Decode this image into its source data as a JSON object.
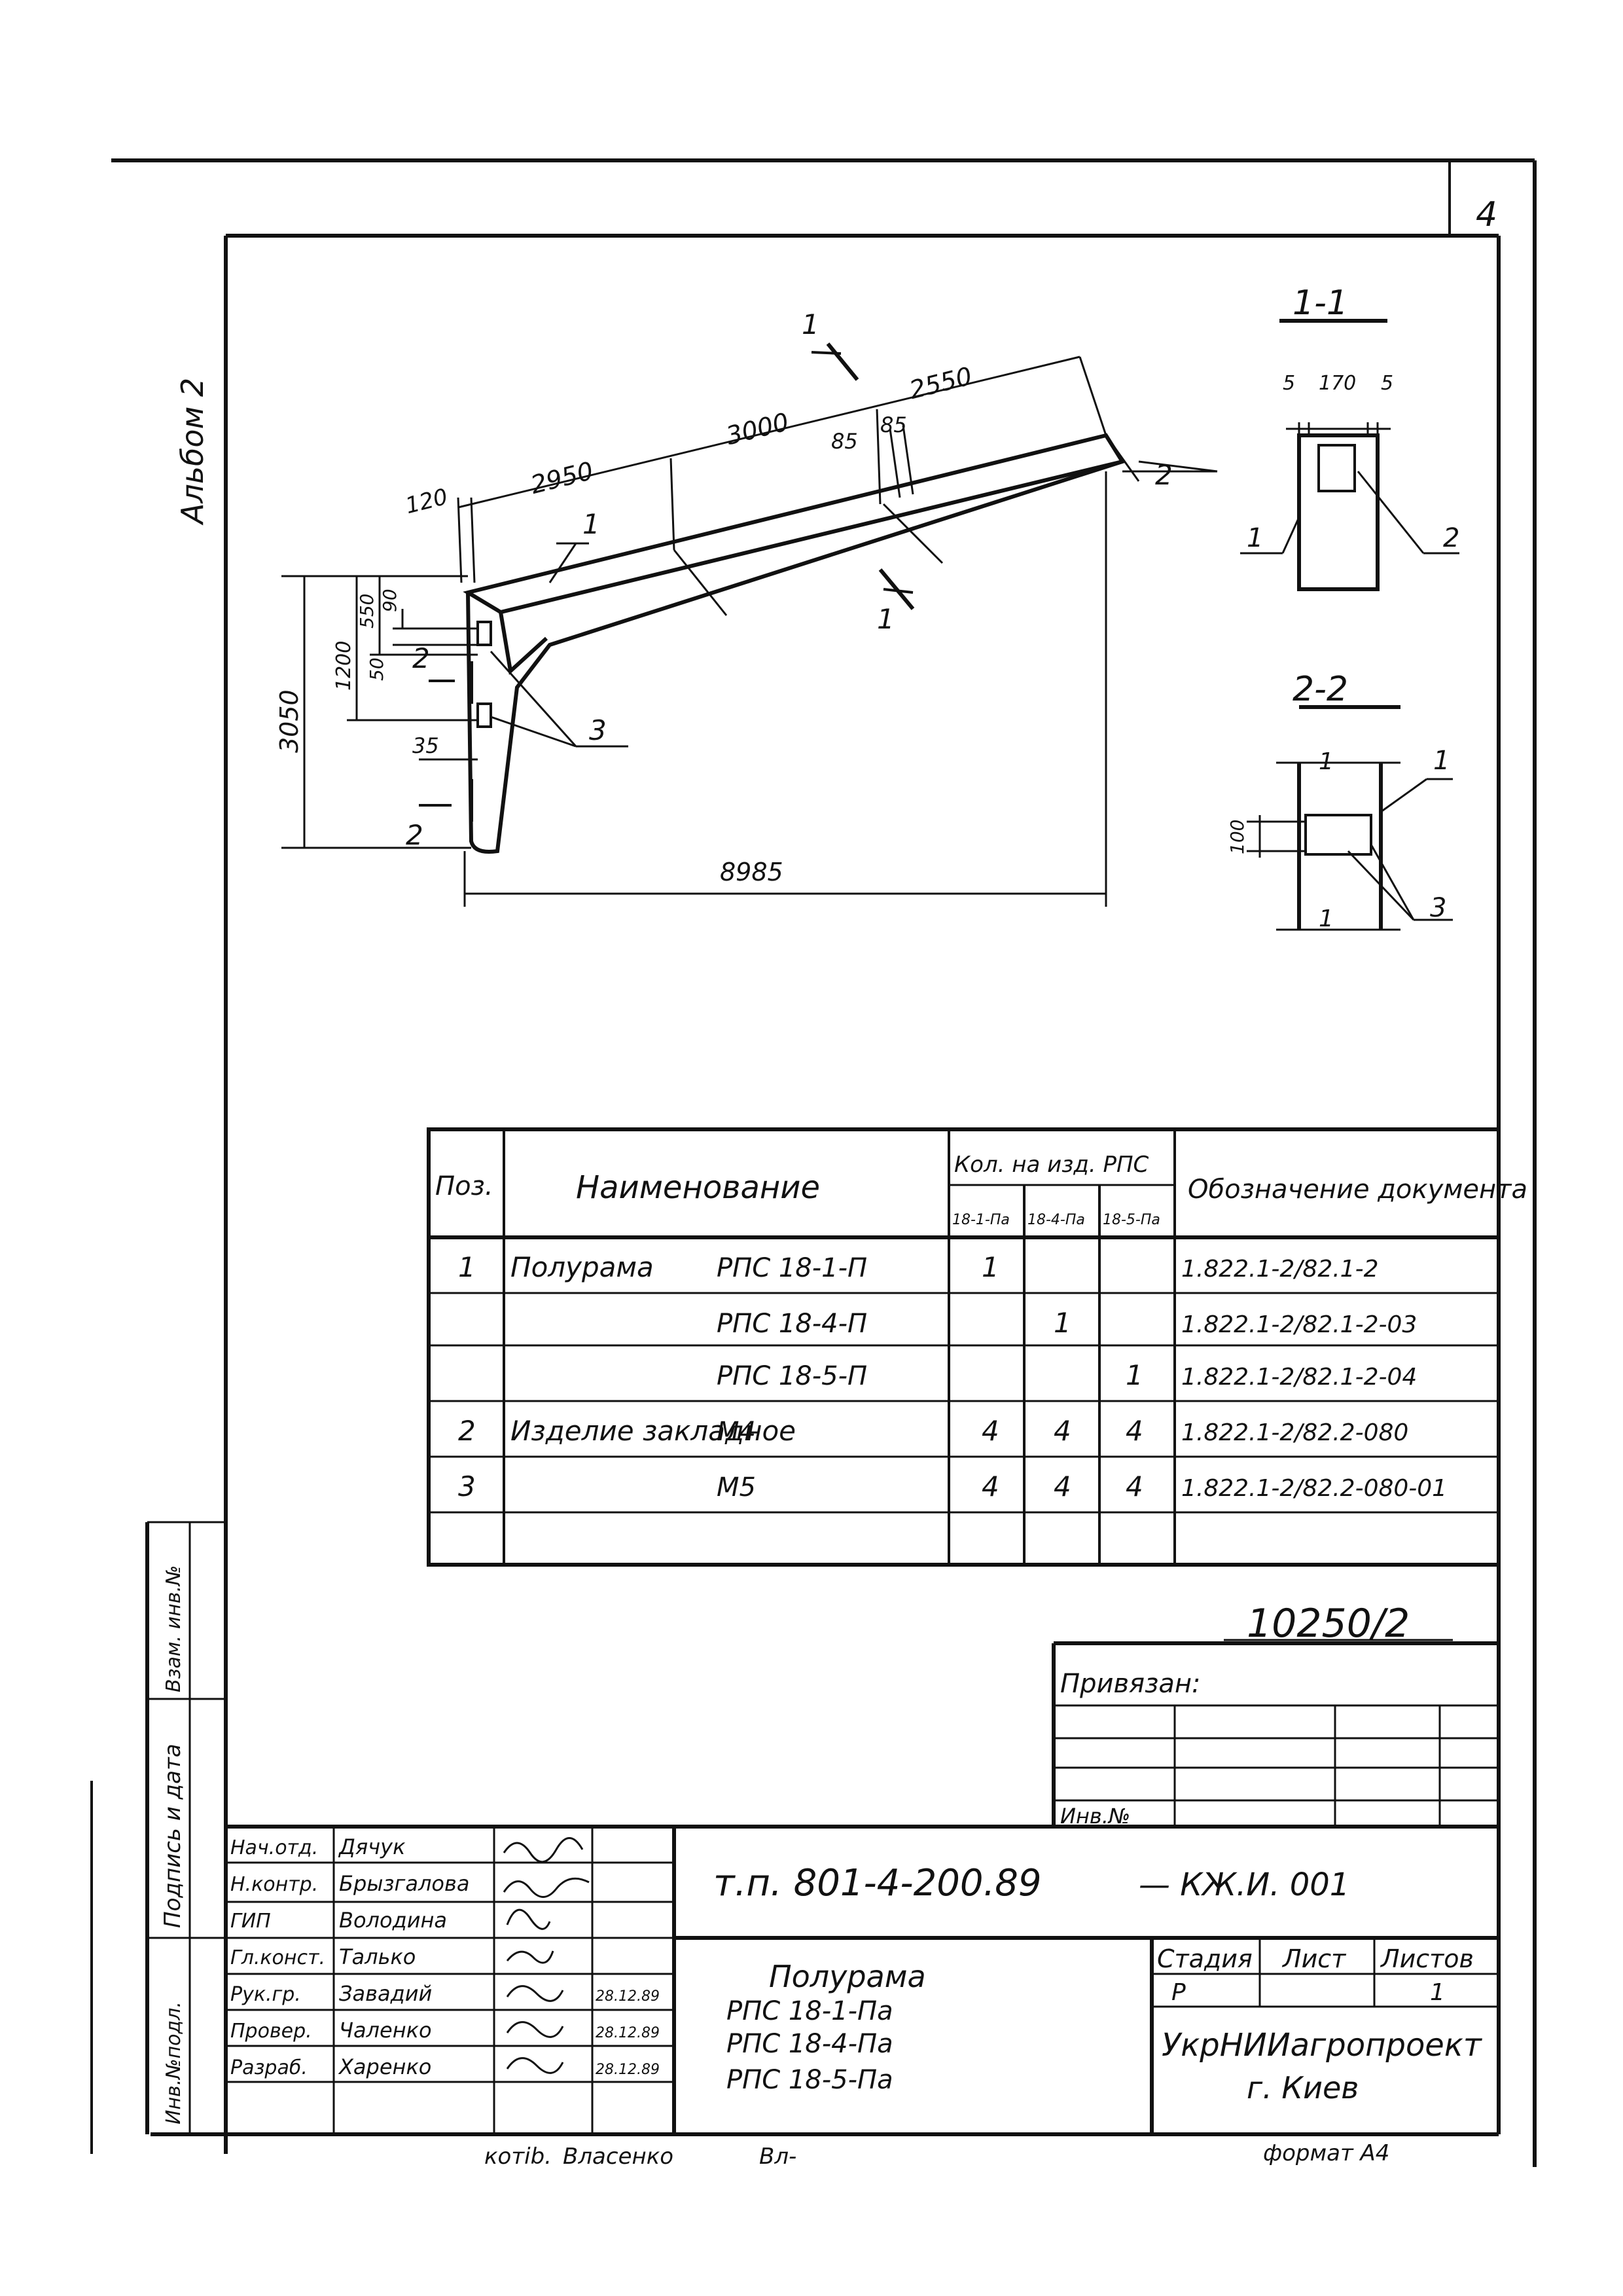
{
  "sheet": {
    "number": "4",
    "album": "Альбом 2",
    "reference_number": "10250/2",
    "format": "формат А4",
    "kotib": "котib.",
    "kotib_name": "Власенко",
    "kotib_sign": "Вл-"
  },
  "main_view": {
    "dims": {
      "d120": "120",
      "d2950": "2950",
      "d3000": "3000",
      "d2550": "2550",
      "d85a": "85",
      "d85b": "85",
      "d3050": "3050",
      "d1200": "1200",
      "d550": "550",
      "d90": "90",
      "d50": "50",
      "d35": "35",
      "d8985": "8985"
    },
    "labels": {
      "pos1": "1",
      "pos2": "2",
      "pos3": "3",
      "cut1_top": "1",
      "cut1_bottom": "1",
      "cut2_top": "2",
      "cut2_bottom": "2"
    }
  },
  "section_1_1": {
    "title": "1-1",
    "dim_left": "5",
    "dim_mid": "170",
    "dim_right": "5",
    "pos1": "1",
    "pos2": "2"
  },
  "section_2_2": {
    "title": "2-2",
    "dim": "100",
    "pos1a": "1",
    "pos1b": "1",
    "pos1c": "1",
    "pos3": "3"
  },
  "spec_table": {
    "headers": {
      "pos": "Поз.",
      "name": "Наименование",
      "qty": "Кол. на изд. РПС",
      "qty1": "18-1-Па",
      "qty2": "18-4-Па",
      "qty3": "18-5-Па",
      "doc": "Обозначение документа"
    },
    "rows": [
      {
        "pos": "1",
        "name": "Полурама",
        "mark": "РПС 18-1-П",
        "q1": "1",
        "q2": "",
        "q3": "",
        "doc": "1.822.1-2/82.1-2"
      },
      {
        "pos": "",
        "name": "",
        "mark": "РПС 18-4-П",
        "q1": "",
        "q2": "1",
        "q3": "",
        "doc": "1.822.1-2/82.1-2-03"
      },
      {
        "pos": "",
        "name": "",
        "mark": "РПС 18-5-П",
        "q1": "",
        "q2": "",
        "q3": "1",
        "doc": "1.822.1-2/82.1-2-04"
      },
      {
        "pos": "2",
        "name": "Изделие закладное",
        "mark": "М4",
        "q1": "4",
        "q2": "4",
        "q3": "4",
        "doc": "1.822.1-2/82.2-080"
      },
      {
        "pos": "3",
        "name": "",
        "mark": "М5",
        "q1": "4",
        "q2": "4",
        "q3": "4",
        "doc": "1.822.1-2/82.2-080-01"
      },
      {
        "pos": "",
        "name": "",
        "mark": "",
        "q1": "",
        "q2": "",
        "q3": "",
        "doc": ""
      }
    ]
  },
  "binding": {
    "title": "Привязан:",
    "inv": "Инв.№"
  },
  "side_stamp": {
    "inv_podl": "Инв.№подл.",
    "podpis_data": "Подпись и дата",
    "vzam_inv": "Взам. инв.№"
  },
  "title_block": {
    "code": "т.п. 801-4-200.89",
    "code_suffix": "— КЖ.И. 001",
    "product": "Полурама",
    "product_lines": [
      "РПС 18-1-Па",
      "РПС 18-4-Па",
      "РПС 18-5-Па"
    ],
    "stage_header": "Стадия",
    "sheet_header": "Лист",
    "sheets_header": "Листов",
    "stage": "Р",
    "sheet": "",
    "sheets": "1",
    "org": "УкрНИИагропроект",
    "city": "г. Киев",
    "people": [
      {
        "role": "Нач.отд.",
        "name": "Дячук",
        "date": ""
      },
      {
        "role": "Н.контр.",
        "name": "Брызгалова",
        "date": ""
      },
      {
        "role": "ГИП",
        "name": "Володина",
        "date": ""
      },
      {
        "role": "Гл.конст.",
        "name": "Талько",
        "date": ""
      },
      {
        "role": "Рук.гр.",
        "name": "Завадий",
        "date": "28.12.89"
      },
      {
        "role": "Провер.",
        "name": "Чаленко",
        "date": "28.12.89"
      },
      {
        "role": "Разраб.",
        "name": "Харенко",
        "date": "28.12.89"
      }
    ]
  }
}
